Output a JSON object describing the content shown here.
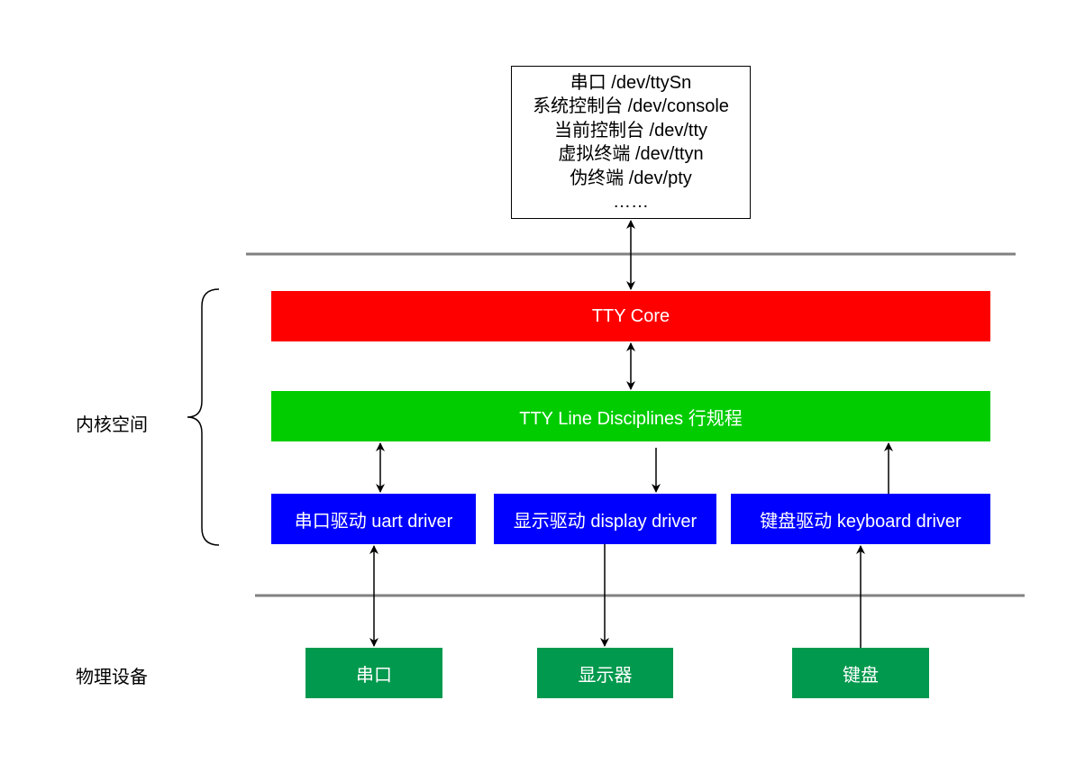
{
  "device_files": [
    "串口 /dev/ttySn",
    "系统控制台 /dev/console",
    "当前控制台 /dev/tty",
    "虚拟终端 /dev/ttyn",
    "伪终端 /dev/pty",
    "……"
  ],
  "tty_core": "TTY Core",
  "line_disciplines": "TTY Line Disciplines 行规程",
  "drivers": [
    "串口驱动 uart driver",
    "显示驱动 display driver",
    "键盘驱动 keyboard driver"
  ],
  "devices": [
    "串口",
    "显示器",
    "键盘"
  ],
  "labels": {
    "kernel_space": "内核空间",
    "physical_devices": "物理设备"
  },
  "colors": {
    "core": "#FF0000",
    "line_disc": "#00CC00",
    "driver": "#0000FF",
    "device": "#00994D",
    "separator": "#808080"
  }
}
